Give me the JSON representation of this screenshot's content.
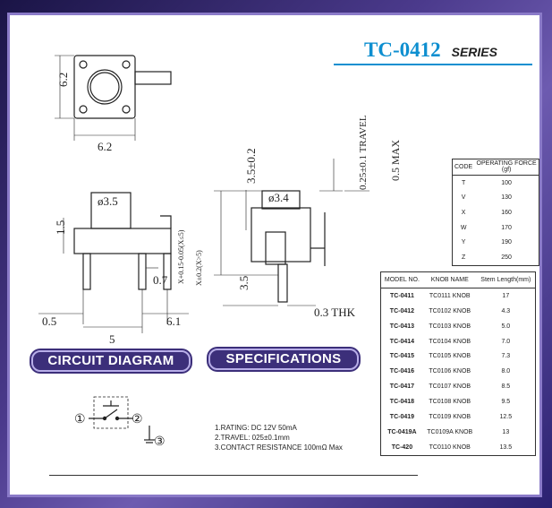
{
  "header": {
    "title": "TC-0412",
    "series": "SERIES"
  },
  "sections": {
    "circuit": "CIRCUIT DIAGRAM",
    "specs": "SPECIFICATIONS"
  },
  "specifications": [
    "1.RATING: DC 12V 50mA",
    "2.TRAVEL: 025±0.1mm",
    "3.CONTACT RESISTANCE 100mΩ Max"
  ],
  "force_table": {
    "headers": [
      "CODE",
      "OPERATING FORCE (gf)"
    ],
    "rows": [
      [
        "T",
        "100"
      ],
      [
        "V",
        "130"
      ],
      [
        "X",
        "160"
      ],
      [
        "W",
        "170"
      ],
      [
        "Y",
        "190"
      ],
      [
        "Z",
        "250"
      ]
    ]
  },
  "model_table": {
    "headers": [
      "MODEL NO.",
      "KNOB NAME",
      "Stem Length(mm)"
    ],
    "rows": [
      [
        "TC-0411",
        "TC0111 KNOB",
        "17"
      ],
      [
        "TC-0412",
        "TC0102 KNOB",
        "4.3"
      ],
      [
        "TC-0413",
        "TC0103 KNOB",
        "5.0"
      ],
      [
        "TC-0414",
        "TC0104 KNOB",
        "7.0"
      ],
      [
        "TC-0415",
        "TC0105 KNOB",
        "7.3"
      ],
      [
        "TC-0416",
        "TC0106 KNOB",
        "8.0"
      ],
      [
        "TC-0417",
        "TC0107 KNOB",
        "8.5"
      ],
      [
        "TC-0418",
        "TC0108 KNOB",
        "9.5"
      ],
      [
        "TC-0419",
        "TC0109 KNOB",
        "12.5"
      ],
      [
        "TC-0419A",
        "TC0109A KNOB",
        "13"
      ],
      [
        "TC-420",
        "TC0110 KNOB",
        "13.5"
      ]
    ]
  },
  "dimensions": {
    "top_height": "6.2",
    "top_width": "6.2",
    "side_diameter": "ø3.5",
    "side_height": "1.5",
    "side_pin": "0.7",
    "side_left": "0.5",
    "side_pitch": "5",
    "side_right": "6.1",
    "front_width": "3.5±0.2",
    "front_diameter": "ø3.4",
    "travel": "0.25±0.1 TRAVEL",
    "max": "0.5 MAX",
    "x_dim1": "X+0.15-0.05(X≤5)",
    "x_dim2": "X±0.2(X>5)",
    "pin_len": "3.5",
    "thk": "0.3 THK"
  },
  "circuit_labels": [
    "①",
    "②",
    "③"
  ]
}
